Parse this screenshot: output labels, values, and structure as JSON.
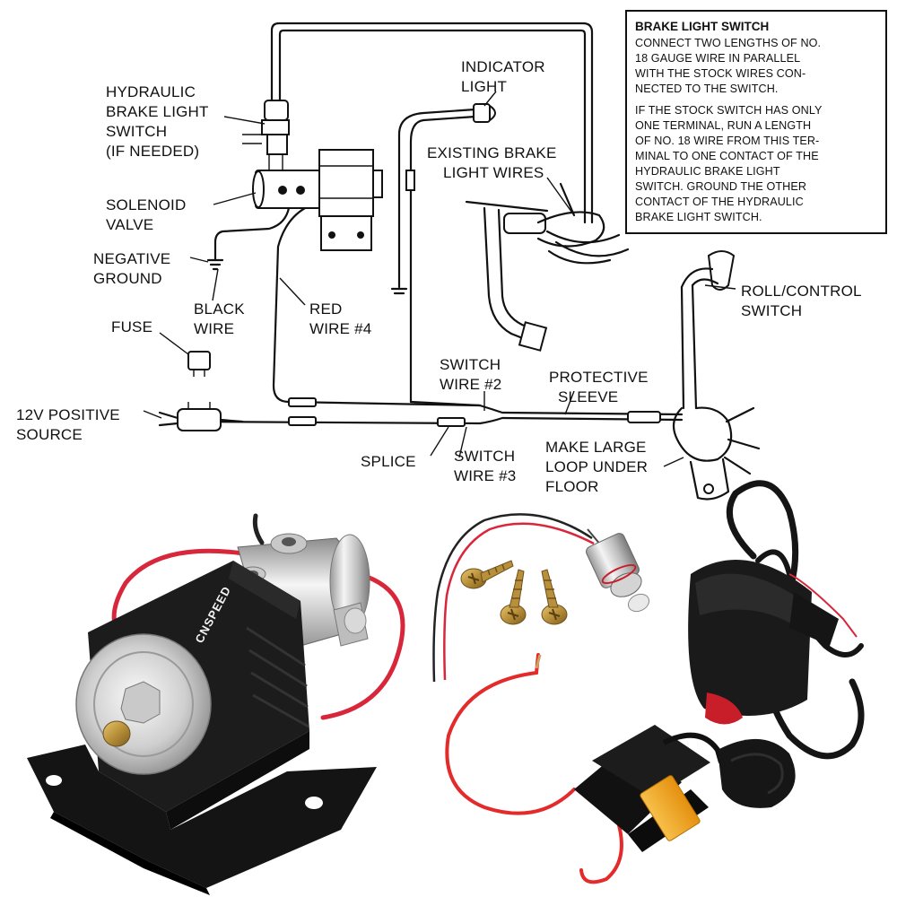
{
  "diagram": {
    "labels": {
      "hydraulic_switch": [
        "HYDRAULIC",
        "BRAKE LIGHT",
        "SWITCH",
        "(IF NEEDED)"
      ],
      "solenoid_valve": [
        "SOLENOID",
        "VALVE"
      ],
      "negative_ground": [
        "NEGATIVE",
        "GROUND"
      ],
      "black_wire": [
        "BLACK",
        "WIRE"
      ],
      "red_wire": [
        "RED",
        "WIRE #4"
      ],
      "fuse": "FUSE",
      "positive_source": [
        "12V POSITIVE",
        "SOURCE"
      ],
      "indicator_light": [
        "INDICATOR",
        "LIGHT"
      ],
      "existing_wires": [
        "EXISTING BRAKE",
        "LIGHT WIRES"
      ],
      "switch_wire_2": [
        "SWITCH",
        "WIRE #2"
      ],
      "protective_sleeve": [
        "PROTECTIVE",
        "SLEEVE"
      ],
      "splice": "SPLICE",
      "switch_wire_3": [
        "SWITCH",
        "WIRE #3"
      ],
      "large_loop": [
        "MAKE LARGE",
        "LOOP UNDER",
        "FLOOR"
      ],
      "roll_control": [
        "ROLL/CONTROL",
        "SWITCH"
      ]
    },
    "note": {
      "title": "BRAKE LIGHT SWITCH",
      "lines": [
        "CONNECT TWO LENGTHS OF NO.",
        "18 GAUGE WIRE IN PARALLEL",
        "WITH THE STOCK WIRES CON-",
        "NECTED TO THE SWITCH.",
        "IF THE STOCK SWITCH HAS ONLY",
        "ONE TERMINAL, RUN A LENGTH",
        "OF NO. 18 WIRE FROM THIS TER-",
        "MINAL TO ONE CONTACT OF THE",
        "HYDRAULIC BRAKE LIGHT",
        "SWITCH. GROUND THE OTHER",
        "CONTACT OF THE HYDRAULIC",
        "BRAKE LIGHT SWITCH."
      ]
    }
  },
  "products": {
    "solenoid_brand": "CNSPEED",
    "colors": {
      "body_black": "#1c1c1c",
      "chrome": "#d4d4d4",
      "wire_red": "#d8263a",
      "fuse_amber": "#f2a51f",
      "switch_red": "#c81e2a"
    },
    "icons": [
      "solenoid-icon",
      "indicator-light-icon",
      "screw-icon",
      "fuse-holder-icon",
      "roll-control-switch-icon"
    ]
  }
}
